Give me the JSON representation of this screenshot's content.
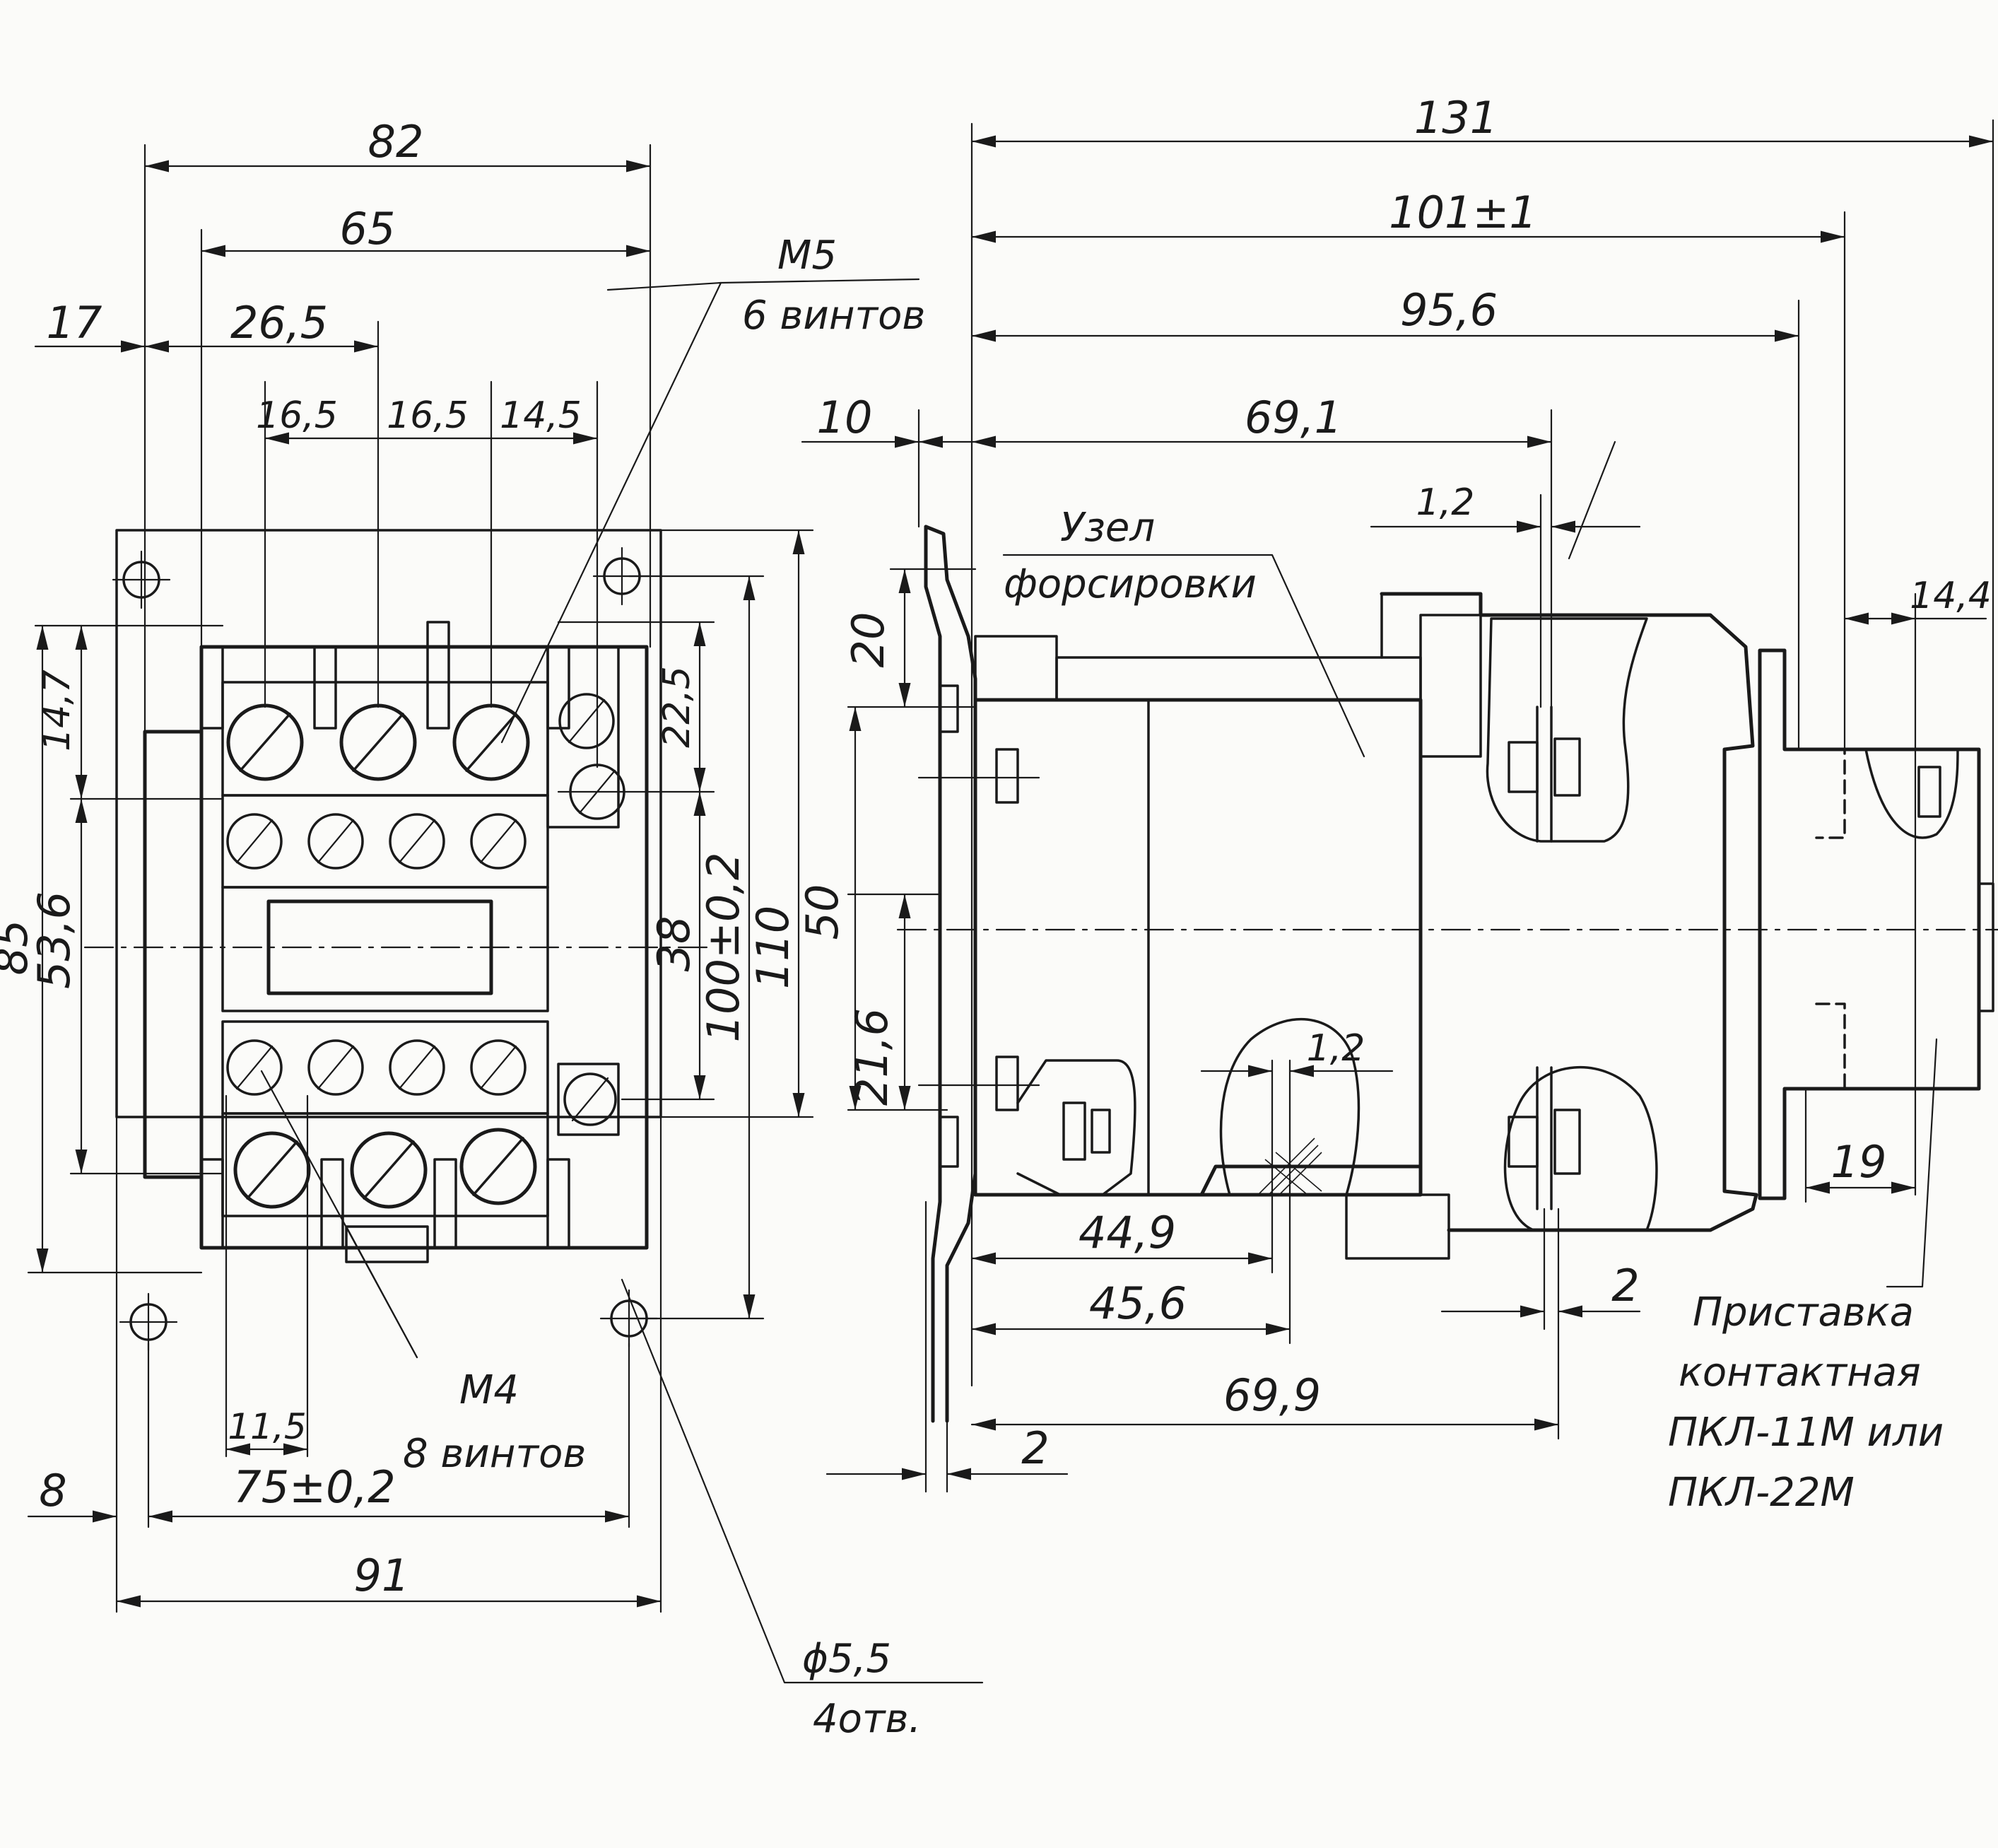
{
  "front_view": {
    "dimensions": {
      "width_82": "82",
      "width_65": "65",
      "offset_17": "17",
      "offset_26_5": "26,5",
      "pitch_16_5_a": "16,5",
      "pitch_16_5_b": "16,5",
      "pitch_14_5": "14,5",
      "height_85": "85",
      "height_14_7": "14,7",
      "height_53_6": "53,6",
      "height_22_5": "22,5",
      "height_38": "38",
      "height_100": "100±0,2",
      "height_110": "110",
      "pitch_11_5": "11,5",
      "offset_8": "8",
      "width_75": "75±0,2",
      "width_91": "91"
    },
    "callouts": {
      "m5_thread": "M5",
      "m5_count": "6 винтов",
      "m4_thread": "M4",
      "m4_count": "8 винтов",
      "hole_diameter": "ϕ5,5",
      "hole_count": "4отв."
    }
  },
  "side_view": {
    "dimensions": {
      "length_131": "131",
      "length_101": "101±1",
      "length_95_6": "95,6",
      "length_69_1": "69,1",
      "offset_10": "10",
      "gap_1_2_top": "1,2",
      "gap_1_2_bottom": "1,2",
      "height_20": "20",
      "height_50": "50",
      "height_21_6": "21,6",
      "length_44_9": "44,9",
      "length_45_6": "45,6",
      "length_69_9": "69,9",
      "offset_2_right": "2",
      "offset_2_bottom": "2",
      "width_14_4": "14,4",
      "width_19": "19"
    },
    "labels": {
      "forcing_unit_line1": "Узел",
      "forcing_unit_line2": "форсировки",
      "attachment_line1": "Приставка",
      "attachment_line2": "контактная",
      "attachment_line3": "ПКЛ-11М или",
      "attachment_line4": "ПКЛ-22М"
    }
  }
}
